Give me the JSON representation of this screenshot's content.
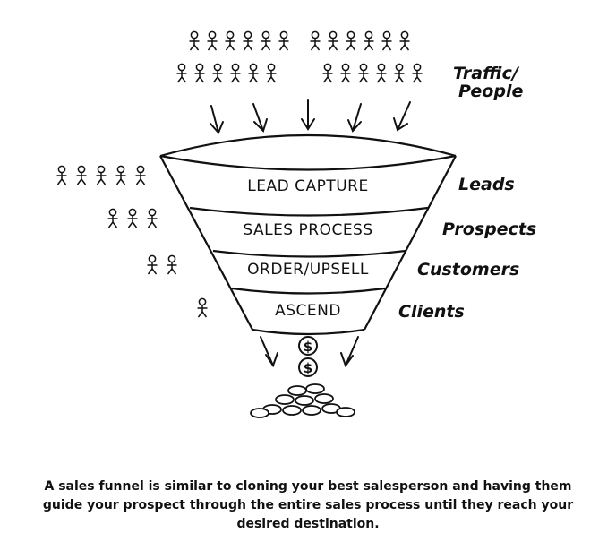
{
  "traffic_label_line1": "Traffic/",
  "traffic_label_line2": "People",
  "stages": [
    {
      "name": "LEAD CAPTURE",
      "side": "Leads",
      "people": 5
    },
    {
      "name": "SALES PROCESS",
      "side": "Prospects",
      "people": 3
    },
    {
      "name": "ORDER/UPSELL",
      "side": "Customers",
      "people": 2
    },
    {
      "name": "ASCEND",
      "side": "Clients",
      "people": 1
    }
  ],
  "caption": "A sales funnel is similar to cloning your best salesperson and having them guide your prospect through the entire sales process until they reach your desired destination.",
  "icons": [
    "stick-figure-icon",
    "down-arrow-icon",
    "dollar-coin-icon",
    "coin-pile-icon"
  ],
  "colors": {
    "ink": "#111111",
    "background": "#ffffff"
  }
}
